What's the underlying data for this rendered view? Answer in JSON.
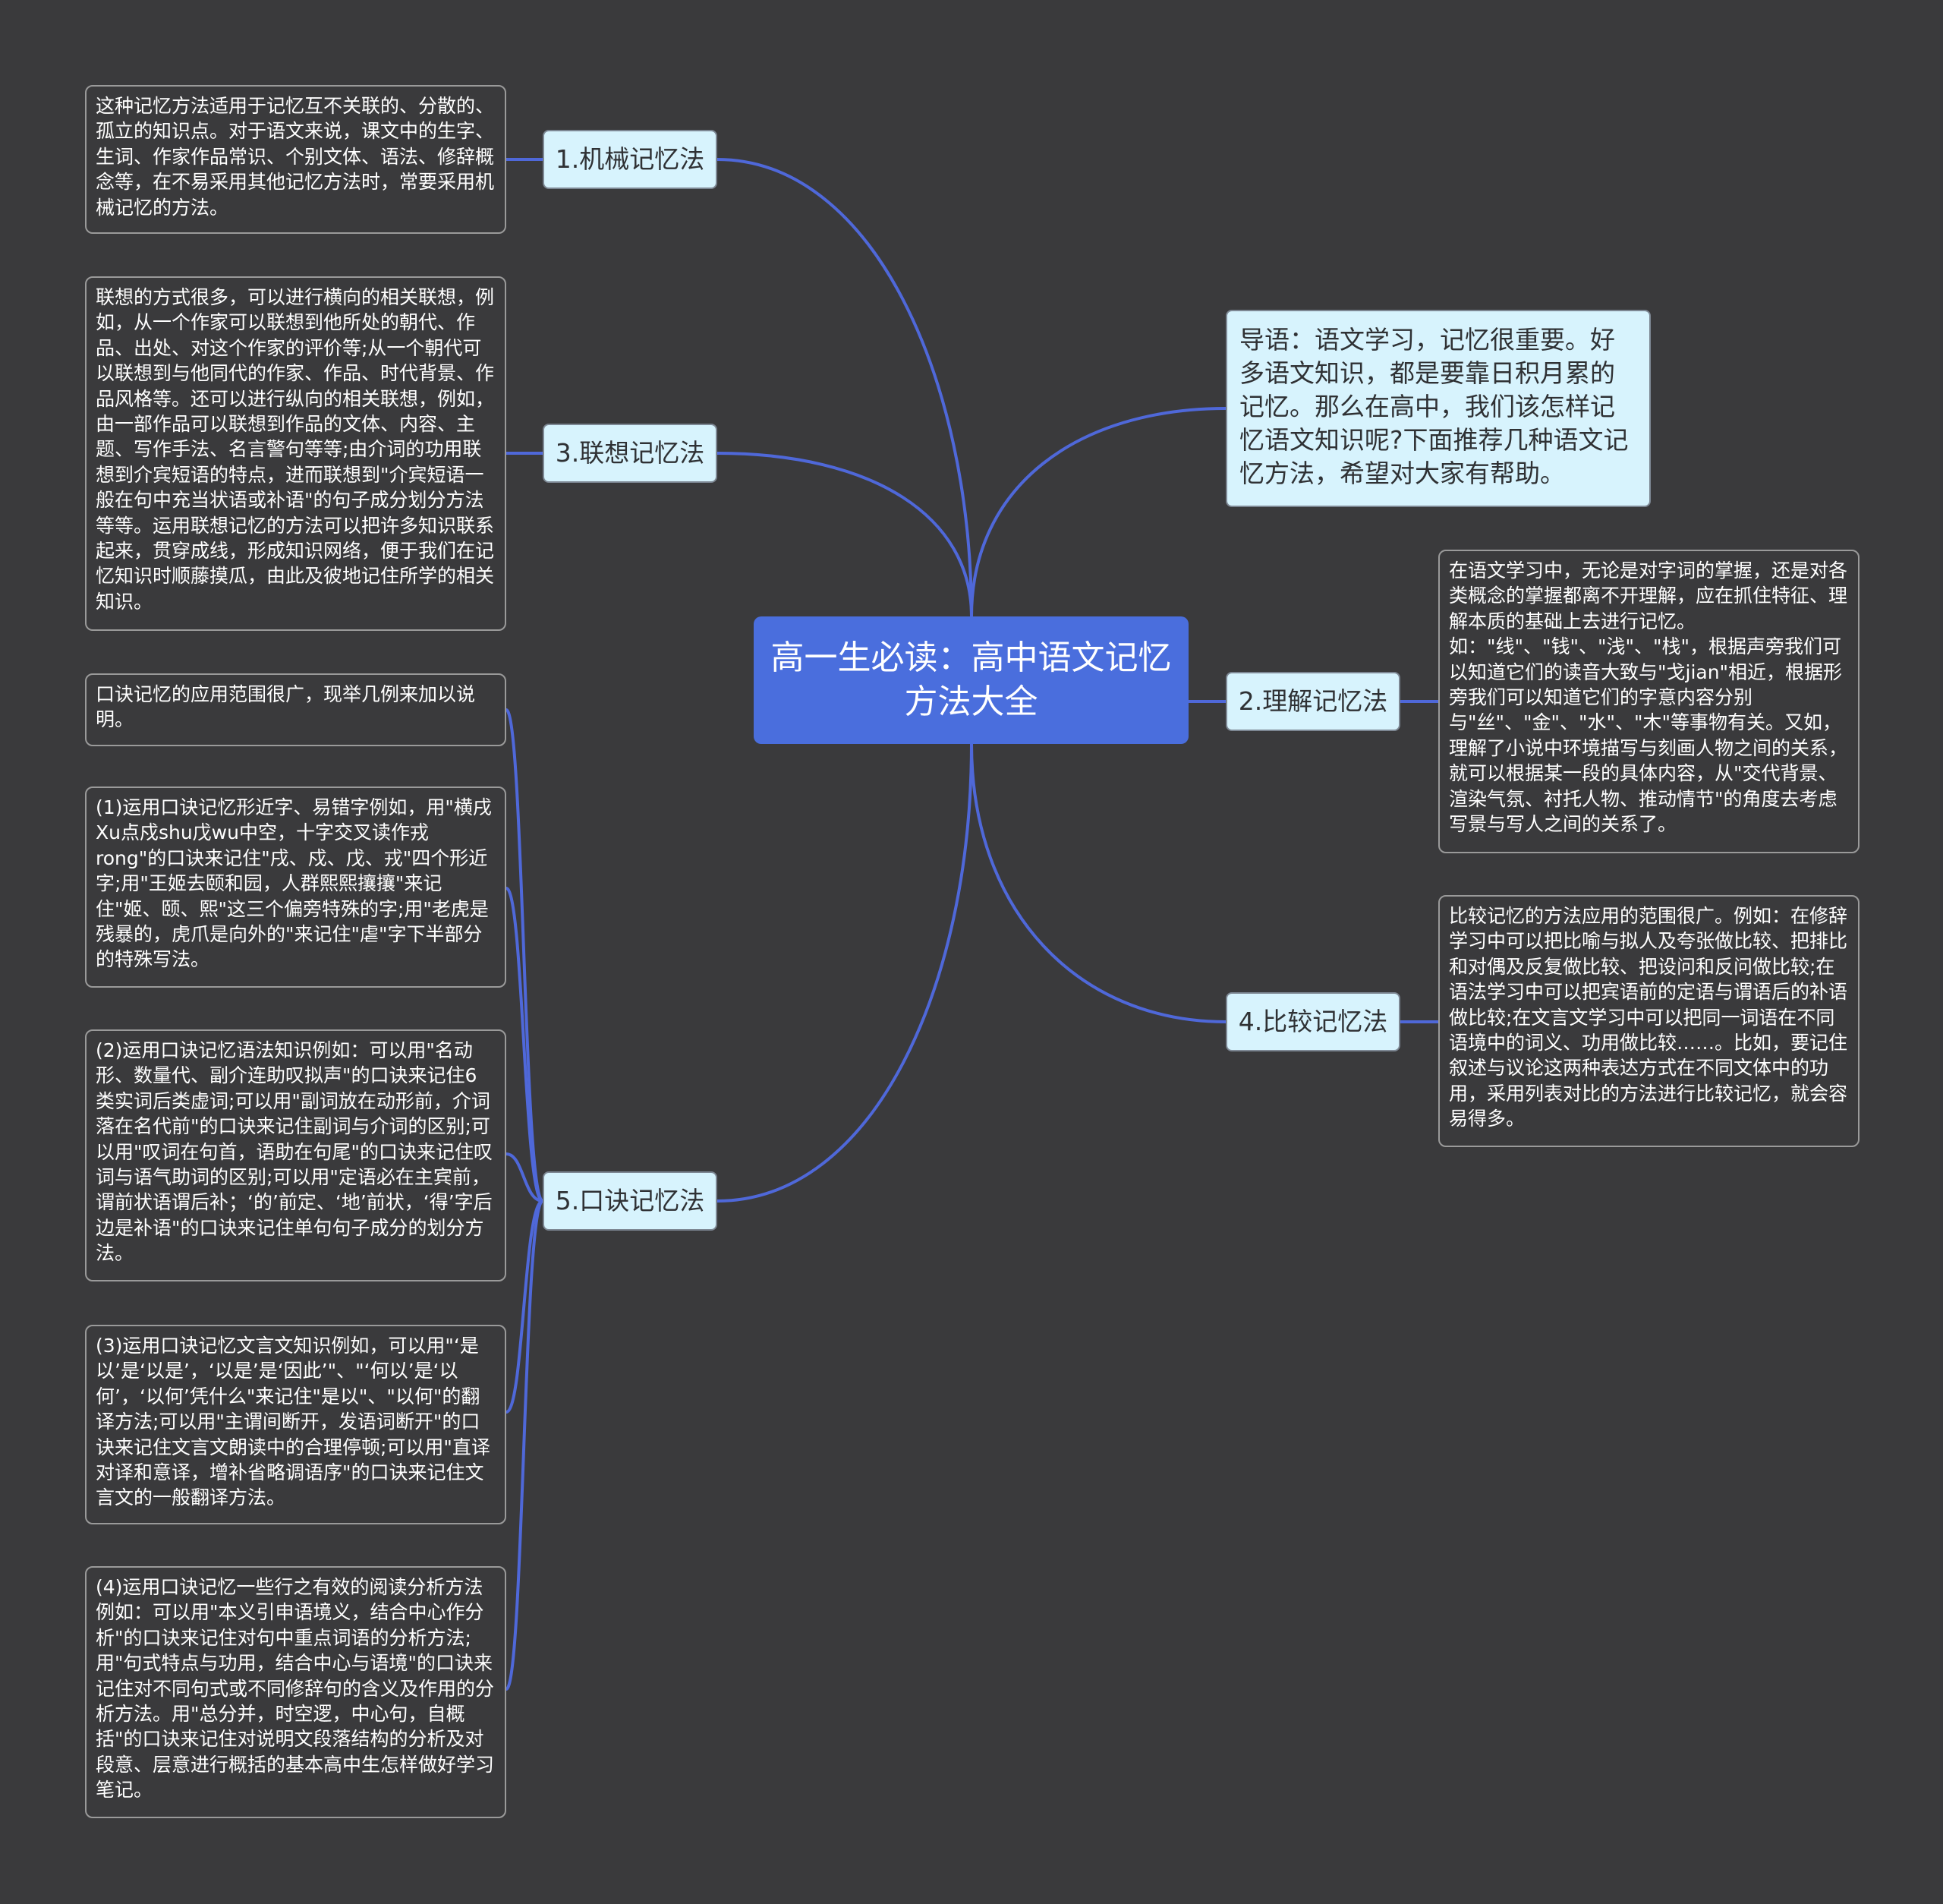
{
  "root": {
    "title": "高一生必读：高中语文记忆方法大全"
  },
  "intro": "导语：语文学习，记忆很重要。好多语文知识，都是要靠日积月累的记忆。那么在高中，我们该怎样记忆语文知识呢?下面推荐几种语文记忆方法，希望对大家有帮助。",
  "branches": {
    "mechanical": {
      "label": "1.机械记忆法",
      "text": "这种记忆方法适用于记忆互不关联的、分散的、孤立的知识点。对于语文来说，课文中的生字、生词、作家作品常识、个别文体、语法、修辞概念等，在不易采用其他记忆方法时，常要采用机械记忆的方法。"
    },
    "association": {
      "label": "3.联想记忆法",
      "text": "联想的方式很多，可以进行横向的相关联想，例如，从一个作家可以联想到他所处的朝代、作品、出处、对这个作家的评价等;从一个朝代可以联想到与他同代的作家、作品、时代背景、作品风格等。还可以进行纵向的相关联想，例如，由一部作品可以联想到作品的文体、内容、主题、写作手法、名言警句等等;由介词的功用联想到介宾短语的特点，进而联想到\"介宾短语一般在句中充当状语或补语\"的句子成分划分方法等等。运用联想记忆的方法可以把许多知识联系起来，贯穿成线，形成知识网络，便于我们在记忆知识时顺藤摸瓜，由此及彼地记住所学的相关知识。"
    },
    "understanding": {
      "label": "2.理解记忆法",
      "text": "在语文学习中，无论是对字词的掌握，还是对各类概念的掌握都离不开理解，应在抓住特征、理解本质的基础上去进行记忆。如：\"线\"、\"钱\"、\"浅\"、\"栈\"，根据声旁我们可以知道它们的读音大致与\"戈jian\"相近，根据形旁我们可以知道它们的字意内容分别与\"丝\"、\"金\"、\"水\"、\"木\"等事物有关。又如，理解了小说中环境描写与刻画人物之间的关系，就可以根据某一段的具体内容，从\"交代背景、渲染气氛、衬托人物、推动情节\"的角度去考虑写景与写人之间的关系了。"
    },
    "comparison": {
      "label": "4.比较记忆法",
      "text": "比较记忆的方法应用的范围很广。例如：在修辞学习中可以把比喻与拟人及夸张做比较、把排比和对偶及反复做比较、把设问和反问做比较;在语法学习中可以把宾语前的定语与谓语后的补语做比较;在文言文学习中可以把同一词语在不同语境中的词义、功用做比较……。比如，要记住叙述与议论这两种表达方式在不同文体中的功用，采用列表对比的方法进行比较记忆，就会容易得多。"
    },
    "mnemonic": {
      "label": "5.口诀记忆法",
      "items": [
        "口诀记忆的应用范围很广，现举几例来加以说明。",
        "(1)运用口诀记忆形近字、易错字例如，用\"横戌Xu点戍shu戊wu中空，十字交叉读作戎rong\"的口诀来记住\"戌、戍、戊、戎\"四个形近字;用\"王姬去颐和园，人群熙熙攘攘\"来记住\"姬、颐、熙\"这三个偏旁特殊的字;用\"老虎是残暴的，虎爪是向外的\"来记住\"虐\"字下半部分的特殊写法。",
        "(2)运用口诀记忆语法知识例如：可以用\"名动形、数量代、副介连助叹拟声\"的口诀来记住6类实词后类虚词;可以用\"副词放在动形前，介词落在名代前\"的口诀来记住副词与介词的区别;可以用\"叹词在句首，语助在句尾\"的口诀来记住叹词与语气助词的区别;可以用\"定语必在主宾前，谓前状语谓后补；‘的’前定、‘地’前状，‘得’字后边是补语\"的口诀来记住单句句子成分的划分方法。",
        "(3)运用口诀记忆文言文知识例如，可以用\"‘是以’是‘以是’，‘以是’是‘因此’\"、\"‘何以’是‘以何’，‘以何’凭什么\"来记住\"是以\"、\"以何\"的翻译方法;可以用\"主谓间断开，发语词断开\"的口诀来记住文言文朗读中的合理停顿;可以用\"直译对译和意译，增补省略调语序\"的口诀来记住文言文的一般翻译方法。",
        "(4)运用口诀记忆一些行之有效的阅读分析方法例如：可以用\"本义引申语境义，结合中心作分析\"的口诀来记住对句中重点词语的分析方法;用\"句式特点与功用，结合中心与语境\"的口诀来记住对不同句式或不同修辞句的含义及作用的分析方法。用\"总分并，时空逻，中心句，自概括\"的口诀来记住对说明文段落结构的分析及对段意、层意进行概括的基本高中生怎样做好学习笔记。"
      ]
    }
  },
  "colors": {
    "background": "#3a3a3c",
    "root_fill": "#4a6edd",
    "branch_fill": "#d7f3fd",
    "link": "#4f68d9"
  }
}
